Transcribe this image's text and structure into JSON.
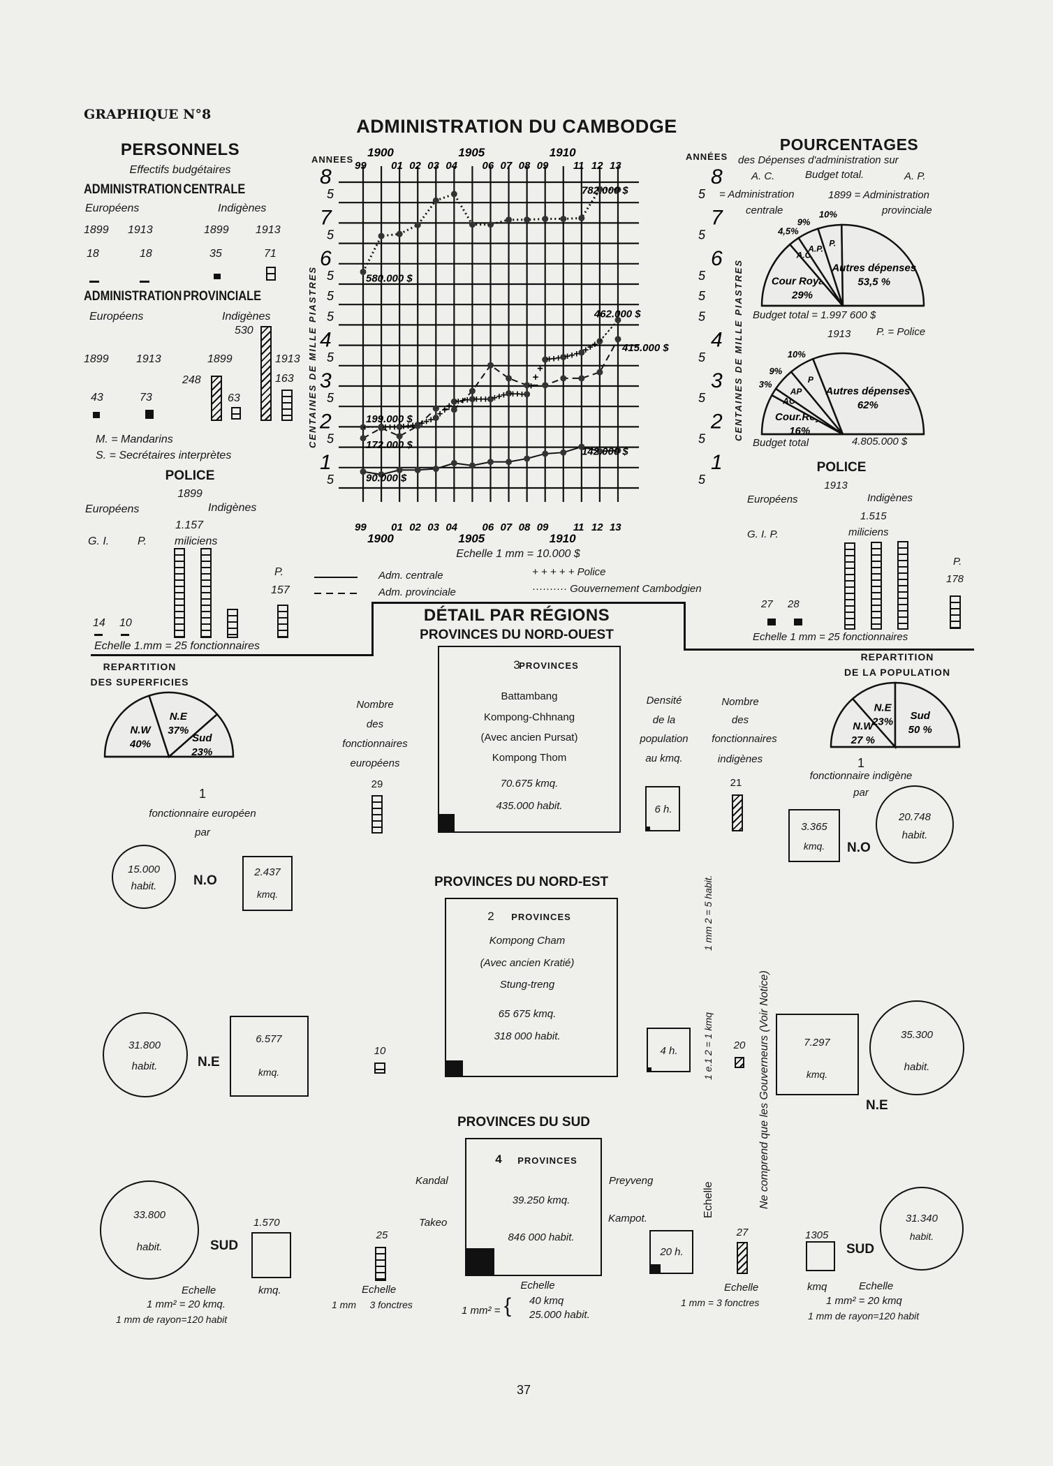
{
  "header": {
    "graphique": "GRAPHIQUE N°8",
    "title": "ADMINISTRATION DU CAMBODGE"
  },
  "personnels": {
    "title": "PERSONNELS",
    "subtitle": "Effectifs budgétaires",
    "centrale": {
      "title": "ADMINISTRATION  CENTRALE",
      "europeens": "Européens",
      "indigenes": "Indigènes",
      "years": [
        "1899",
        "1913",
        "1899",
        "1913"
      ],
      "values": [
        "18",
        "18",
        "35",
        "71"
      ]
    },
    "provinciale": {
      "title": "ADMINISTRATION  PROVINCIALE",
      "europeens": "Européens",
      "indigenes": "Indigènes",
      "years": [
        "1899",
        "1913",
        "1899",
        "1913"
      ],
      "eur_values": [
        "43",
        "73"
      ],
      "m_1899": "248",
      "s_1899": "63",
      "m_1913": "530",
      "s_1913": "163"
    },
    "legend_m": "M. = Mandarins",
    "legend_s": "S. = Secrétaires interprètes"
  },
  "police_1899": {
    "title": "POLICE",
    "year": "1899",
    "europeens": "Européens",
    "indigenes": "Indigènes",
    "miliciens_count": "1.157",
    "miliciens": "miliciens",
    "gi": "G. I.",
    "p": "P.",
    "gi_value": "14",
    "p_value": "10",
    "p_ind": "P.",
    "p_ind_value": "157",
    "scale": "Echelle  1.mm = 25 fonctionnaires"
  },
  "police_1913": {
    "title": "POLICE",
    "year": "1913",
    "europeens": "Européens",
    "indigenes": "Indigènes",
    "miliciens_count": "1.515",
    "miliciens": "miliciens",
    "gip": "G. I. P.",
    "values": [
      "27",
      "28"
    ],
    "p_ind": "P.",
    "p_ind_value": "178",
    "scale": "Echelle  1 mm = 25 fonctionnaires"
  },
  "chart_labels": {
    "annees_left": "ANNEES",
    "annees_right": "ANNÉES",
    "axis_left": "CENTAINES DE MILLE PIASTRES",
    "axis_right": "CENTAINES DE MILLE PIASTRES",
    "scale": "Echelle  1 mm = 10.000 $",
    "legend": [
      "Adm. centrale",
      "Adm. provinciale",
      "+ + + + + Police",
      "·········· Gouvernement Cambodgien"
    ]
  },
  "pourcentages": {
    "title": "POURCENTAGES",
    "line1": "des Dépenses d'administration sur",
    "ac": "A. C.",
    "budget": "Budget total.",
    "ap": "A. P.",
    "adm_c": "= Administration",
    "year1899": "1899 = Administration",
    "centrale": "centrale",
    "provinciale": "provinciale",
    "total_1899": "Budget total = 1.997 600 $",
    "year1913": "1913",
    "police": "P. = Police",
    "total_1913_label": "Budget total",
    "total_1913": "4.805.000 $"
  },
  "regions": {
    "title": "DÉTAIL PAR RÉGIONS",
    "superficies_title": [
      "REPARTITION",
      "DES SUPERFICIES"
    ],
    "population_title": [
      "REPARTITION",
      "DE LA POPULATION"
    ],
    "eur_label": [
      "1",
      "fonctionnaire européen",
      "par"
    ],
    "ind_label": [
      "1",
      "fonctionnaire indigène",
      "par"
    ],
    "nombre_eur": [
      "Nombre",
      "des",
      "fonctionnaires",
      "européens"
    ],
    "densite": [
      "Densité",
      "de la",
      "population",
      "au kmq."
    ],
    "nombre_ind": [
      "Nombre",
      "des",
      "fonctionnaires",
      "indigènes"
    ],
    "nord_ouest": {
      "title": "PROVINCES DU NORD-OUEST",
      "count": "3",
      "provinces": "PROVINCES",
      "names": [
        "Battambang",
        "Kompong-Chhnang",
        "(Avec ancien Pursat)",
        "Kompong  Thom"
      ],
      "area": "70.675  kmq.",
      "pop": "435.000  habit.",
      "eur": "29",
      "ind": "21",
      "density": "6 h.",
      "eur_hab": "15.000",
      "eur_kmq": "2.437",
      "ind_kmq": "3.365",
      "ind_hab": "20.748",
      "code": "N.O"
    },
    "nord_est": {
      "title": "PROVINCES  DU  NORD-EST",
      "count": "2",
      "provinces": "PROVINCES",
      "names": [
        "Kompong  Cham",
        "(Avec ancien Kratié)",
        "Stung-treng"
      ],
      "area": "65 675  kmq.",
      "pop": "318 000  habit.",
      "eur": "10",
      "ind": "20",
      "density": "4 h.",
      "eur_hab": "31.800",
      "eur_kmq": "6.577",
      "ind_kmq": "7.297",
      "ind_hab": "35.300",
      "code": "N.E"
    },
    "sud": {
      "title": "PROVINCES  DU  SUD",
      "count": "4",
      "provinces": "PROVINCES",
      "names": [
        "Kandal",
        "Takeo",
        "Preyveng",
        "Kampot."
      ],
      "area": "39.250  kmq.",
      "pop": "846 000  habit.",
      "eur": "25",
      "ind": "27",
      "density": "20 h.",
      "eur_hab": "33.800",
      "eur_kmq": "1.570",
      "ind_kmq": "1305",
      "ind_hab": "31.340",
      "code": "SUD"
    },
    "habit": "habit.",
    "kmq": "kmq.",
    "scale_left": [
      "Echelle",
      "kmq.",
      "1 mm² = 20 kmq.",
      "1 mm de rayon=120 habit"
    ],
    "scale_eur": [
      "Echelle",
      "1 mm     3 fonctres"
    ],
    "scale_center": [
      "Echelle",
      "1 mm² =",
      "40 kmq",
      "25.000 habit."
    ],
    "scale_ind": [
      "Echelle",
      "1 mm = 3 fonctres"
    ],
    "scale_right": [
      "kmq",
      "Echelle",
      "1 mm² = 20 kmq",
      "1 mm de rayon=120 habit"
    ],
    "density_scale": [
      "Echelle",
      "1 e.1 2 = 1 kmq",
      "1 mm 2 = 5 habit."
    ],
    "note": "Ne comprend que les Gouverneurs  (Voir Notice)"
  },
  "page_number": "37",
  "chart_data": [
    {
      "type": "line",
      "title": "ADMINISTRATION DU CAMBODGE",
      "xlabel": "ANNÉES",
      "ylabel": "CENTAINES DE MILLE PIASTRES",
      "x": [
        1899,
        1900,
        1901,
        1902,
        1903,
        1904,
        1905,
        1906,
        1907,
        1908,
        1909,
        1910,
        1911,
        1912,
        1913
      ],
      "x_tick_labels": [
        "99",
        "1900",
        "01",
        "02",
        "03",
        "04",
        "1905",
        "06",
        "07",
        "08",
        "09",
        "1910",
        "11",
        "12",
        "13"
      ],
      "ylim": [
        0.5,
        8
      ],
      "y_ticks": [
        8,
        7.5,
        7,
        6.5,
        6,
        5.5,
        5,
        4.5,
        4,
        3.5,
        3,
        2.5,
        2,
        1.5,
        1,
        0.5
      ],
      "y_tick_labels": [
        "8",
        "5",
        "7",
        "5",
        "6",
        "5",
        "5",
        "5",
        "4",
        "5",
        "3",
        "5",
        "2",
        "5",
        "1",
        "5"
      ],
      "grid": true,
      "series": [
        {
          "name": "Adm. centrale",
          "style": "solid",
          "values": [
            0.9,
            0.83,
            0.94,
            0.94,
            0.97,
            1.11,
            1.05,
            1.14,
            1.14,
            1.22,
            1.34,
            1.37,
            1.51,
            1.4,
            1.42
          ]
        },
        {
          "name": "Adm. provinciale",
          "style": "dashed",
          "values": [
            1.72,
            1.97,
            1.77,
            2.02,
            2.45,
            2.42,
            2.88,
            3.51,
            3.19,
            3.02,
            3.02,
            3.19,
            3.19,
            3.34,
            4.15
          ]
        },
        {
          "name": "Police",
          "style": "plus",
          "values": [
            1.99,
            2.0,
            2.0,
            2.05,
            2.22,
            2.62,
            2.68,
            2.68,
            2.82,
            2.8,
            3.65,
            3.71,
            3.82,
            4.1,
            4.62
          ]
        },
        {
          "name": "Gouvernement Cambodgien",
          "style": "dotted",
          "values": [
            5.8,
            6.68,
            6.73,
            6.95,
            7.55,
            7.71,
            6.96,
            6.96,
            7.08,
            7.08,
            7.1,
            7.1,
            7.12,
            7.83,
            7.82
          ]
        }
      ],
      "annotations": [
        {
          "x": 1899,
          "y": 5.8,
          "text": "580.000 $"
        },
        {
          "x": 1913,
          "y": 7.82,
          "text": "782.000 $"
        },
        {
          "x": 1912,
          "y": 4.62,
          "text": "462.000 $"
        },
        {
          "x": 1913,
          "y": 4.15,
          "text": "415.000 $"
        },
        {
          "x": 1899,
          "y": 1.99,
          "text": "199.000 $"
        },
        {
          "x": 1899,
          "y": 1.72,
          "text": "172.000 $"
        },
        {
          "x": 1899,
          "y": 0.9,
          "text": "90.000 $"
        },
        {
          "x": 1913,
          "y": 1.42,
          "text": "142.000 $"
        }
      ]
    },
    {
      "type": "pie",
      "title": "1899",
      "shape": "semicircle",
      "slices": [
        {
          "label": "Cour Royale",
          "value": 29,
          "text": "29%"
        },
        {
          "label": "A.C.",
          "value": 4.5,
          "text": "4,5%"
        },
        {
          "label": "A.P.",
          "value": 9,
          "text": "9%"
        },
        {
          "label": "P.",
          "value": 10,
          "text": "10%"
        },
        {
          "label": "Autres dépenses",
          "value": 53.5,
          "text": "53,5 %"
        }
      ]
    },
    {
      "type": "pie",
      "title": "1913",
      "shape": "semicircle",
      "slices": [
        {
          "label": "Cour.Roy.",
          "value": 16,
          "text": "16%"
        },
        {
          "label": "AC",
          "value": 3,
          "text": "3%"
        },
        {
          "label": "AP",
          "value": 9,
          "text": "9%"
        },
        {
          "label": "P",
          "value": 10,
          "text": "10%"
        },
        {
          "label": "Autres dépenses",
          "value": 62,
          "text": "62%"
        }
      ]
    },
    {
      "type": "pie",
      "title": "REPARTITION DES SUPERFICIES",
      "shape": "semicircle",
      "slices": [
        {
          "label": "N.W",
          "value": 40,
          "text": "40%"
        },
        {
          "label": "N.E",
          "value": 37,
          "text": "37%"
        },
        {
          "label": "Sud",
          "value": 23,
          "text": "23%"
        }
      ]
    },
    {
      "type": "pie",
      "title": "REPARTITION DE LA POPULATION",
      "shape": "semicircle",
      "slices": [
        {
          "label": "N.W",
          "value": 27,
          "text": "27 %"
        },
        {
          "label": "N.E",
          "value": 23,
          "text": "23%"
        },
        {
          "label": "Sud",
          "value": 50,
          "text": "50 %"
        }
      ]
    }
  ]
}
